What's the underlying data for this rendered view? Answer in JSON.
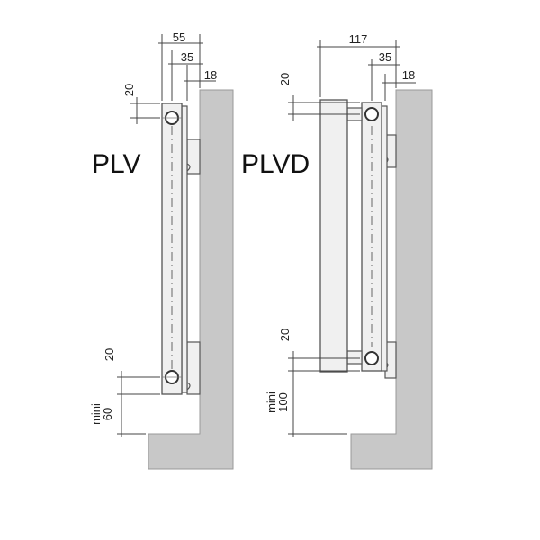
{
  "colors": {
    "wall": "#c8c8c8",
    "panel": "#f0f0f0",
    "outline": "#555555",
    "dim_line": "#444444"
  },
  "left": {
    "label": "PLV",
    "dim_top_total": "55",
    "dim_top_mid": "35",
    "dim_top_wall": "18",
    "dim_side_top": "20",
    "dim_side_bottom": "20",
    "mini_label": "mini",
    "mini_value": "60"
  },
  "right": {
    "label": "PLVD",
    "dim_top_total": "117",
    "dim_top_mid": "35",
    "dim_top_wall": "18",
    "dim_side_top": "20",
    "dim_side_bottom": "20",
    "mini_label": "mini",
    "mini_value": "100"
  }
}
